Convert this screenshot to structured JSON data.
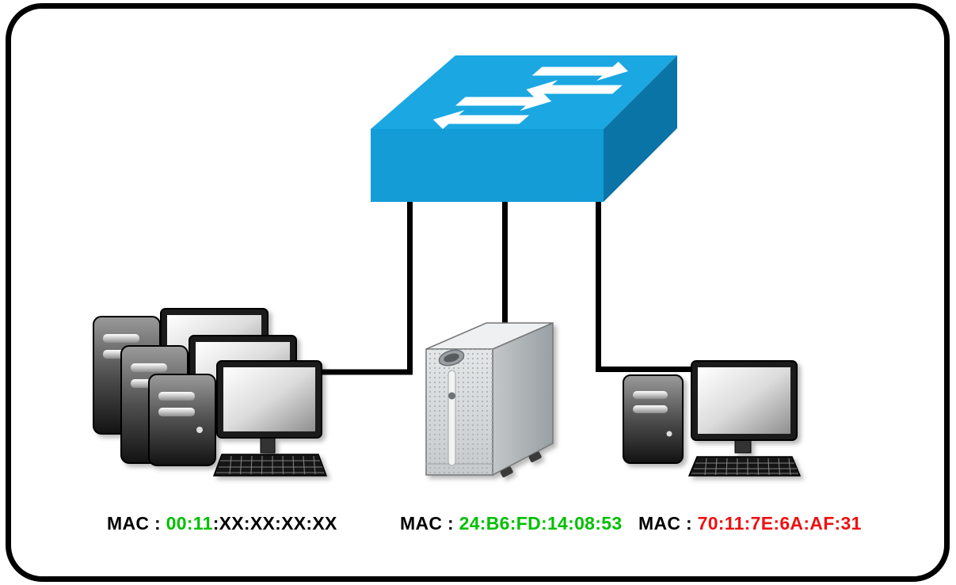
{
  "diagram": {
    "type": "network-topology",
    "nodes": {
      "switch": {
        "icon": "ethernet-switch-icon"
      },
      "pc_group": {
        "icon": "computer-group-icon",
        "mac_prefix": "MAC : ",
        "mac_highlight": "00:11",
        "mac_rest": ":XX:XX:XX:XX",
        "mac_highlight_color": "#00c000"
      },
      "server": {
        "icon": "server-tower-icon",
        "mac_prefix": "MAC : ",
        "mac_highlight": "24:B6:FD:14:08:53",
        "mac_rest": "",
        "mac_highlight_color": "#00c000"
      },
      "workstation": {
        "icon": "desktop-computer-icon",
        "mac_prefix": "MAC : ",
        "mac_highlight": "70:11:7E:6A:AF:31",
        "mac_rest": "",
        "mac_highlight_color": "#ee1111"
      }
    },
    "connections": [
      {
        "from": "switch",
        "to": "pc_group"
      },
      {
        "from": "switch",
        "to": "server"
      },
      {
        "from": "switch",
        "to": "workstation"
      }
    ],
    "colors": {
      "background": "#ffffff",
      "border": "#000000",
      "cable": "#000000",
      "switch_top": "#1ba7e2",
      "switch_front": "#139cd6",
      "switch_side": "#0b74a6",
      "switch_arrows": "#ffffff"
    }
  }
}
